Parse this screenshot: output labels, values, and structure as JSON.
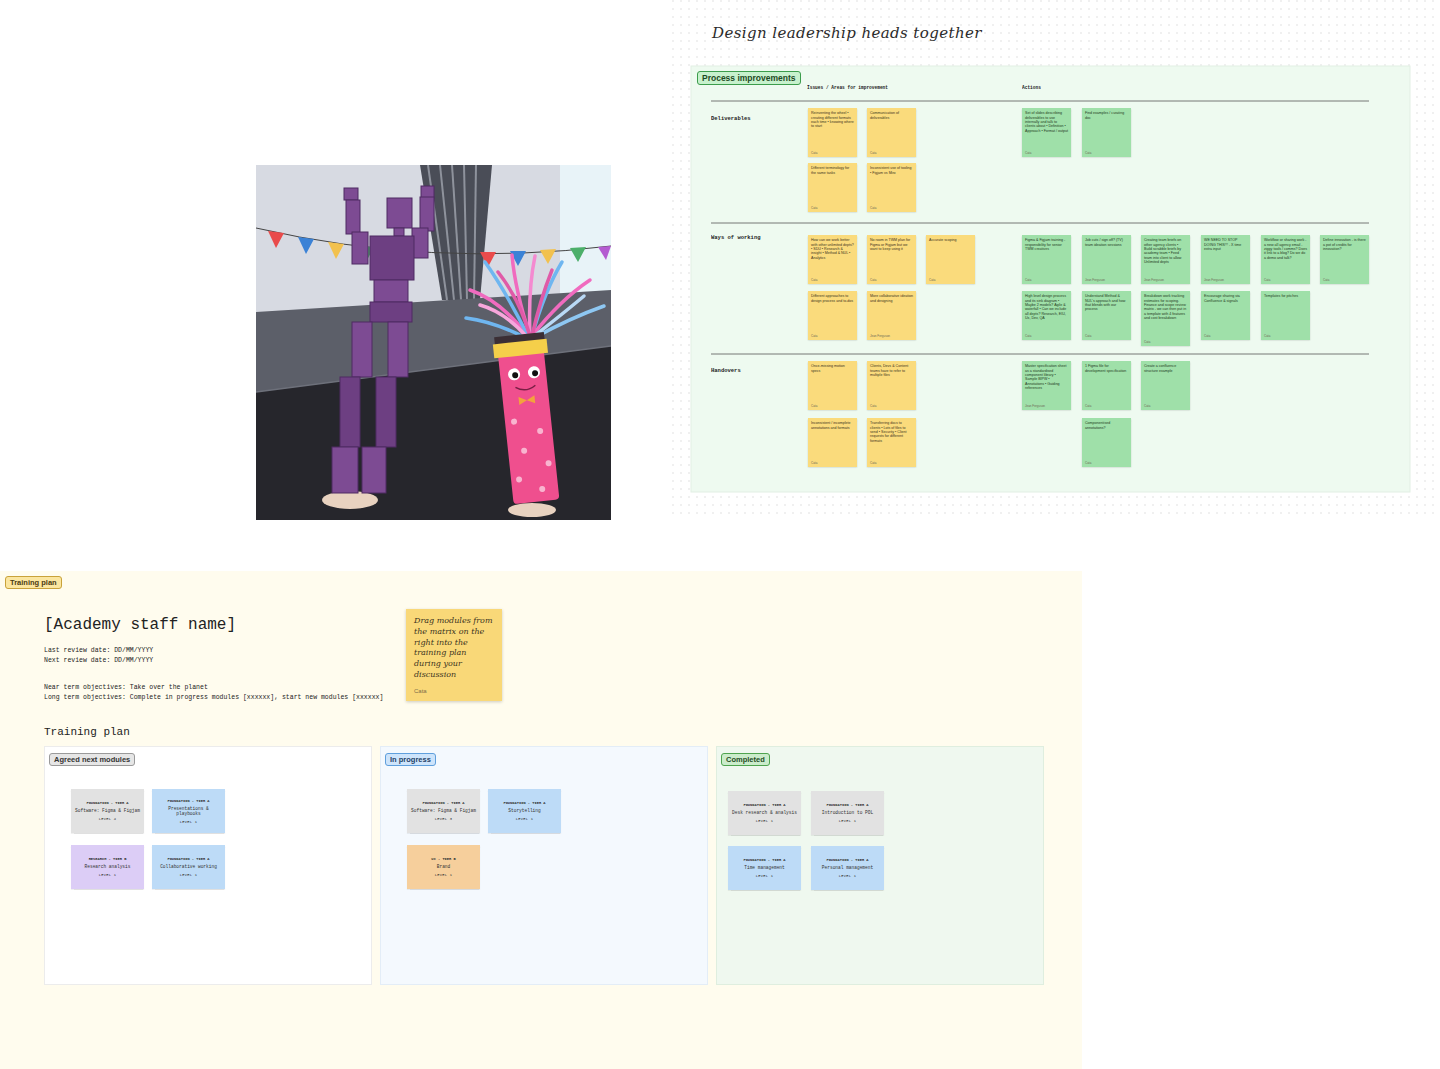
{
  "diagram": {
    "title": "Design leadership heads together",
    "nodes": [
      {
        "text": [
          "Process improvements"
        ]
      },
      {
        "text": [
          "Reinventing the wheel • creating different formats each time • knowing where to start",
          "Cata"
        ],
        "in": 0
      },
      {
        "text": [
          "Communication of deliverables",
          "Cata"
        ],
        "in": 0
      },
      {
        "text": [
          "Different terminology for the same tasks",
          "Cata"
        ],
        "in": 0
      },
      {
        "text": [
          "Inconsistent use of tooling • Figjam vs Miro",
          "Cata"
        ],
        "in": 0
      },
      {
        "text": [
          "Set of slides describing deliverables to use internally and talk to clients about • Definition • Approach • Format / output",
          "Cata"
        ],
        "in": 0
      },
      {
        "text": [
          "Find examples / curating doc",
          "Cata"
        ],
        "in": 0
      },
      {
        "text": [
          "How can we work better with other unlimited depts? • SDU • Research & insight • Method & NUL • Analytics",
          "Cata"
        ],
        "in": 0
      },
      {
        "text": [
          "No room in TWM plan for Figma or Figjam but we want to keep using it",
          "Cata"
        ],
        "in": 0
      },
      {
        "text": [
          "Accurate scoping",
          "Cata"
        ],
        "in": 0
      },
      {
        "text": [
          "Different approaches to design process and to-dos",
          "Cata"
        ],
        "in": 0
      },
      {
        "text": [
          "More collaborative ideation and designing",
          "Jean Ferguson"
        ],
        "in": 0
      },
      {
        "text": [
          "Figma & Figjam training - responsibility for senior TWM creatives",
          "Cata"
        ],
        "in": 0
      },
      {
        "text": [
          "Job cuts / sign off? (TV) team ideation sessions",
          "Jean Ferguson"
        ],
        "in": 0
      },
      {
        "text": [
          "Creating team briefs on other agency clients • Build scrabble briefs by academy team • Feed team into client to allow Unlimited depts",
          "Jean Ferguson"
        ],
        "in": 0
      },
      {
        "text": [
          "WE NEED TO STOP DOING THIS!!! - X time extra input",
          "Jean Ferguson"
        ],
        "in": 0
      },
      {
        "text": [
          "Workflow or sharing work - a new all agency email - ziggy tools / comms? Does it link to a blog? Do we do a demo and talk?",
          "Cata"
        ],
        "in": 0
      },
      {
        "text": [
          "Define innovation - is there a pot of credits for innovation?",
          "Cata"
        ],
        "in": 0
      },
      {
        "text": [
          "High level design process and its sink diagram • Maybe 2 models? Agile & waterfall • Can we include all depts? Research, EIU, Ux, Dev, QA",
          "Cata"
        ],
        "in": 0
      },
      {
        "text": [
          "Understand Method & NUL's approach and how that blends with our process",
          "Cata"
        ],
        "in": 0
      },
      {
        "text": [
          "Breakdown work tracking estimates for scoping. Finance and scope review matrix - we can then put in a template with 4 features and cost breakdown",
          "Cata"
        ],
        "in": 0
      },
      {
        "text": [
          "Encourage sharing via Confluence & signals",
          "Cata"
        ],
        "in": 0
      },
      {
        "text": [
          "Templates for pitches",
          "Cata"
        ],
        "in": 0
      },
      {
        "text": [
          "Once-missing motion specs",
          "Cata"
        ],
        "in": 0
      },
      {
        "text": [
          "Clients, Devs & Content teams have to refer to multiple files",
          "Cata"
        ],
        "in": 0
      },
      {
        "text": [
          "Inconsistent / incomplete annotations and formats",
          "Cata"
        ],
        "in": 0
      },
      {
        "text": [
          "Transferring docs to clients • Lots of files to send • Security • Client requests for different formats",
          "Cata"
        ],
        "in": 0
      },
      {
        "text": [
          "Master specification sheet as a standardised component library • Sample BIPW • Annotations • Guiding references",
          "Jean Ferguson"
        ],
        "in": 0
      },
      {
        "text": [
          "1 Figma file for development specification",
          "Cata"
        ],
        "in": 0
      },
      {
        "text": [
          "Create a confluence structure example",
          "Cata"
        ],
        "in": 0
      },
      {
        "text": [
          "Componentised annotations?",
          "Cata"
        ],
        "in": 0
      },
      {
        "text": [
          "Training plan"
        ]
      },
      {
        "text": [
          "Drag modules from the matrix on the right into the training plan during your discussion",
          "Cata"
        ],
        "in": 31
      },
      {
        "text": [
          "Agreed next modules"
        ],
        "in": 31
      },
      {
        "text": [
          "FOUNDATION - TIER A",
          "Software: Figma & Figjam",
          "LEVEL 4"
        ],
        "in": 33
      },
      {
        "text": [
          "FOUNDATION - TIER A",
          "Presentations & playbooks",
          "LEVEL 1"
        ],
        "in": 33
      },
      {
        "text": [
          "RESEARCH - TIER B",
          "Research analysis",
          "LEVEL 1"
        ],
        "in": 33
      },
      {
        "text": [
          "FOUNDATION - TIER A",
          "Collaborative working",
          "LEVEL 1"
        ],
        "in": 33
      },
      {
        "text": [
          "In progress"
        ],
        "in": 31
      },
      {
        "text": [
          "FOUNDATION - TIER A",
          "Software: Figma & Figjam",
          "LEVEL 3"
        ],
        "in": 38
      },
      {
        "text": [
          "FOUNDATION - TIER A",
          "Storytelling",
          "LEVEL 1"
        ],
        "in": 38
      },
      {
        "text": [
          "UX - TIER B",
          "Brand",
          "LEVEL 1"
        ],
        "in": 38
      },
      {
        "text": [
          "Completed"
        ],
        "in": 31
      },
      {
        "text": [
          "FOUNDATION - TIER A",
          "Desk research & analysis",
          "LEVEL 1"
        ],
        "in": 42
      },
      {
        "text": [
          "FOUNDATION - TIER A",
          "Introduction to POL",
          "LEVEL 1"
        ],
        "in": 42
      },
      {
        "text": [
          "FOUNDATION - TIER A",
          "Time management",
          "LEVEL 1"
        ],
        "in": 42
      },
      {
        "text": [
          "FOUNDATION - TIER A",
          "Personal management",
          "LEVEL 1"
        ],
        "in": 42
      }
    ],
    "labels": [
      "Issues / Areas for improvement",
      "Actions",
      "Deliverables",
      "Ways of working",
      "Handovers",
      "[Academy staff name]",
      "Last review date: DD/MM/YYYY",
      "Next review date: DD/MM/YYYY",
      "Near term objectives: Take over the planet",
      "Long term objectives: Complete in progress modules [xxxxxx], start new modules [xxxxxx]",
      "Training plan"
    ]
  }
}
